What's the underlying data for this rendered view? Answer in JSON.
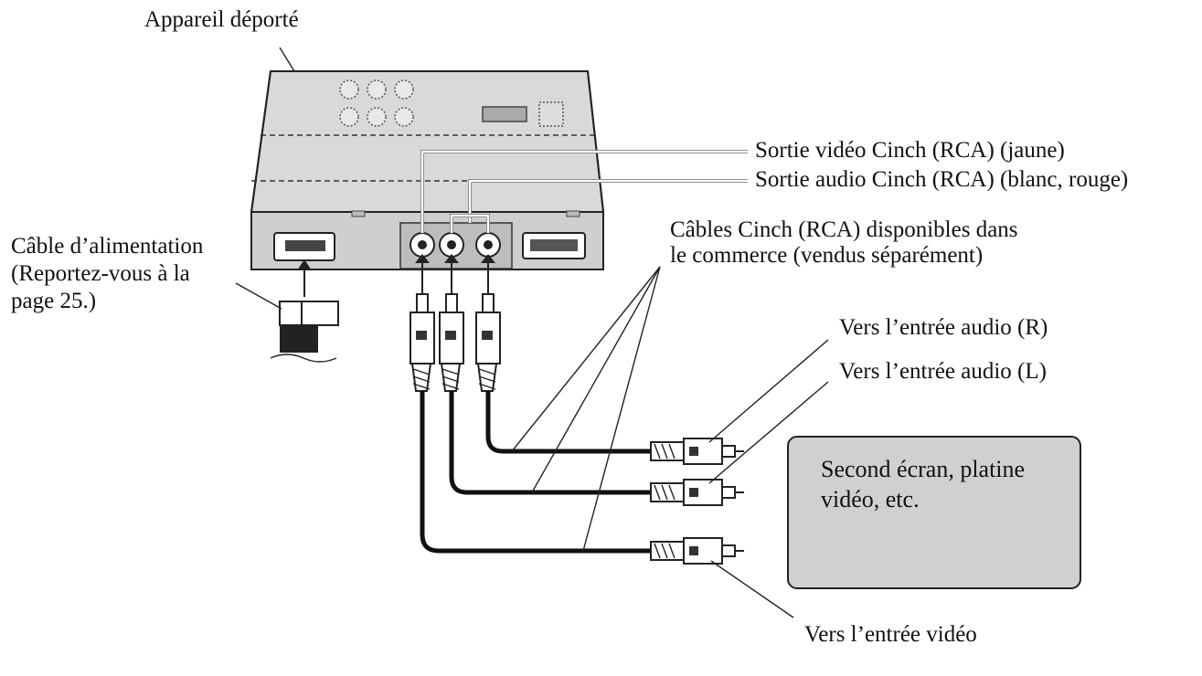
{
  "labels": {
    "remote_unit": "Appareil déporté",
    "video_out": "Sortie vidéo Cinch (RCA) (jaune)",
    "audio_out": "Sortie audio Cinch (RCA) (blanc, rouge)",
    "cinch_cables_line1": "Câbles Cinch (RCA) disponibles dans",
    "cinch_cables_line2": "le commerce (vendus séparément)",
    "power_cable_line1": "Câble d’alimentation",
    "power_cable_line2": "(Reportez-vous à la",
    "power_cable_line3": "page 25.)",
    "audio_in_r": "Vers l’entrée audio (R)",
    "audio_in_l": "Vers l’entrée audio (L)",
    "video_in": "Vers l’entrée vidéo",
    "screen_line1": "Second écran, platine",
    "screen_line2": "vidéo, etc."
  }
}
